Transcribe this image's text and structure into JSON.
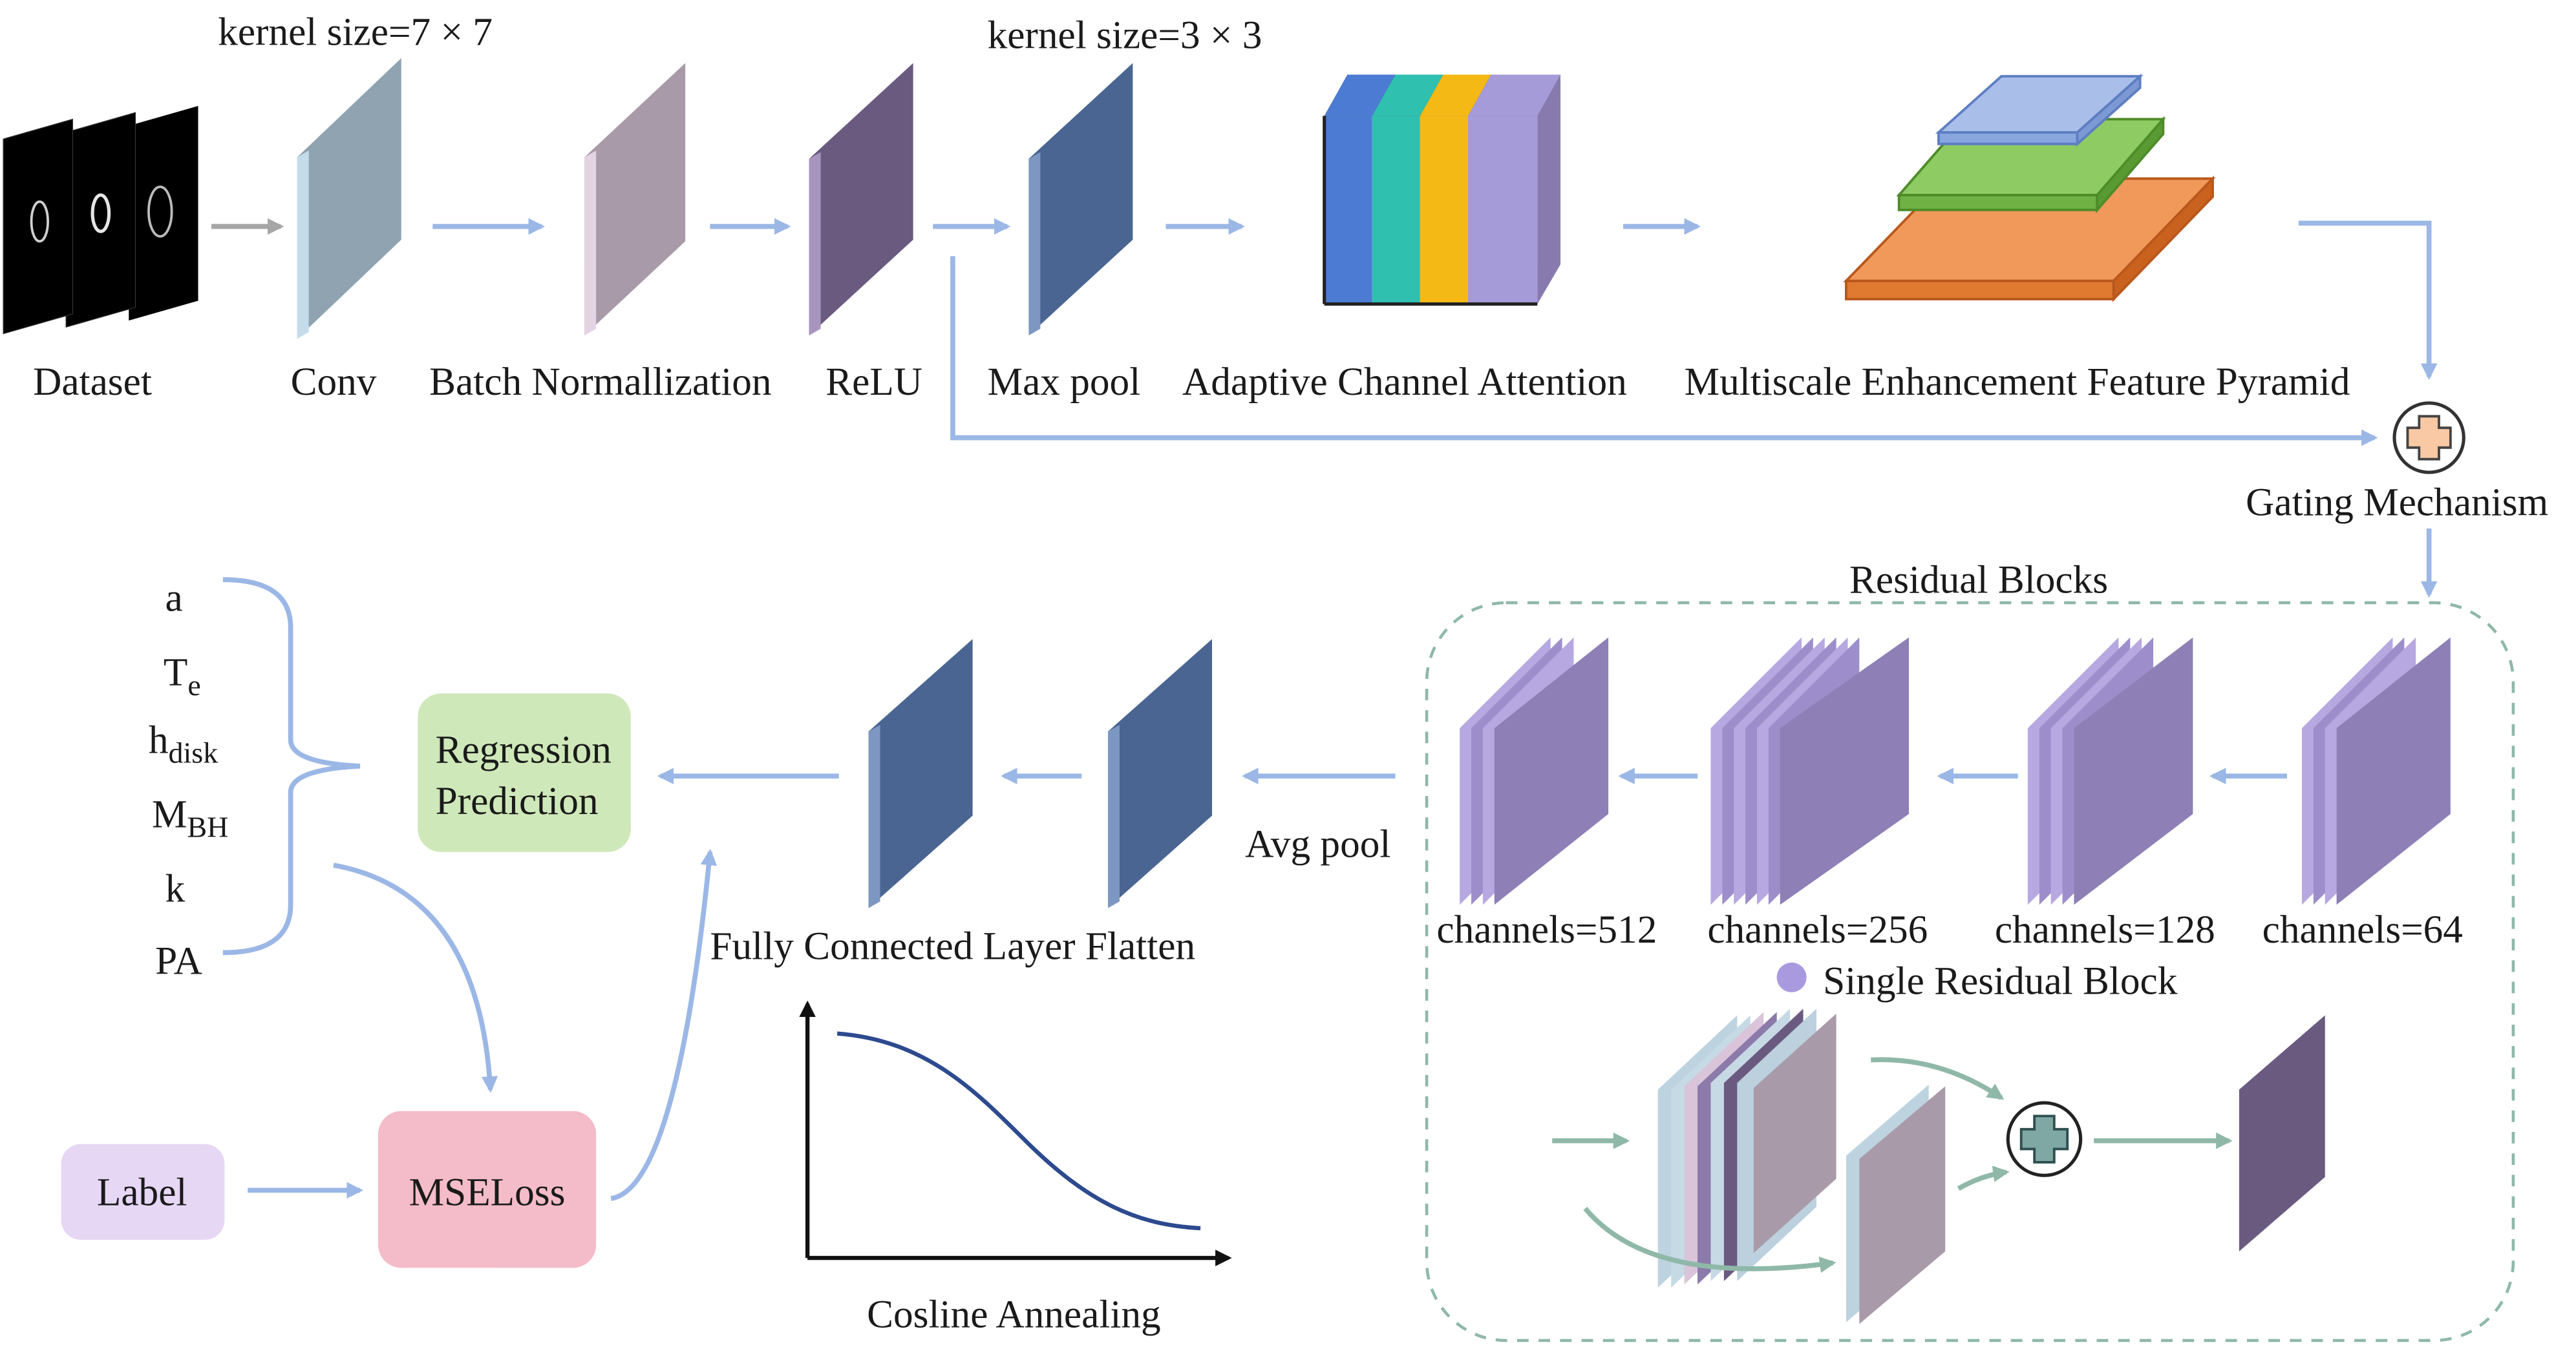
{
  "top_row": {
    "kernel_conv": "kernel size=7 × 7",
    "kernel_pool": "kernel size=3 × 3",
    "dataset": "Dataset",
    "conv": "Conv",
    "batch_norm": "Batch Normallization",
    "relu": "ReLU",
    "max_pool": "Max pool",
    "aca": "Adaptive Channel Attention",
    "mefp": "Multiscale Enhancement Feature Pyramid",
    "gating": "Gating Mechanism"
  },
  "residual": {
    "title": "Residual Blocks",
    "ch512": "channels=512",
    "ch256": "channels=256",
    "ch128": "channels=128",
    "ch64": "channels=64",
    "single": "Single Residual Block"
  },
  "head": {
    "avg_pool": "Avg pool",
    "fc_flatten": "Fully Connected Layer Flatten",
    "regression_line1": "Regression",
    "regression_line2": "Prediction",
    "label": "Label",
    "mseloss": "MSELoss",
    "cosine": "Cosline Annealing"
  },
  "params": {
    "a": "a",
    "te_main": "T",
    "te_sub": "e",
    "hdisk_main": "h",
    "hdisk_sub": "disk",
    "mbh_main": "M",
    "mbh_sub": "BH",
    "k": "k",
    "pa": "PA"
  },
  "colors": {
    "arrow_blue": "#9bb7e6",
    "arrow_gray": "#a6a6a6",
    "arrow_green": "#8fb8a8",
    "conv": "#8fa3b0",
    "bn": "#a89aa9",
    "relu": "#6b5a80",
    "maxpool": "#4a6592",
    "residual": "#8e7fb6",
    "regression_box": "#cfe8b9",
    "label_box": "#e6d7f4",
    "mse_box": "#f4bcc8"
  }
}
